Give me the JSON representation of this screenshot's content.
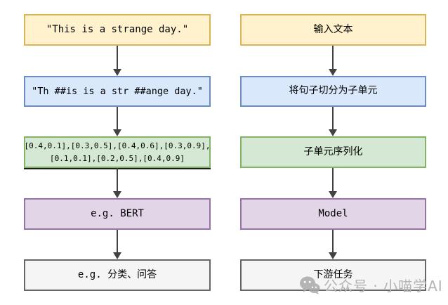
{
  "diagram": {
    "title_hint": "subword tokenization pipeline flowchart",
    "columns": [
      {
        "name": "example-column",
        "boxes": [
          {
            "type": "yellow",
            "text": "\"This is a strange day.\""
          },
          {
            "type": "blue",
            "text": "\"Th ##is is a str ##ange day.\""
          },
          {
            "type": "green",
            "lines": [
              "[0.4,0.1],[0.3,0.5],[0.4,0.6],[0.3,0.9],",
              "[0.1,0.1],[0.2,0.5],[0.4,0.9]"
            ]
          },
          {
            "type": "purple",
            "text": "e.g. BERT"
          },
          {
            "type": "gray",
            "text": "e.g. 分类、问答"
          }
        ]
      },
      {
        "name": "process-column",
        "boxes": [
          {
            "type": "yellow",
            "text": "输入文本"
          },
          {
            "type": "blue",
            "text": "将句子切分为子单元"
          },
          {
            "type": "green",
            "text": "子单元序列化"
          },
          {
            "type": "purple",
            "text": "Model"
          },
          {
            "type": "gray",
            "text": "下游任务"
          }
        ]
      }
    ],
    "palette": {
      "yellow": {
        "fill": "#FFF2CC",
        "border": "#D6B656"
      },
      "blue": {
        "fill": "#DAE8FC",
        "border": "#6C8EBF"
      },
      "green": {
        "fill": "#D5E8D4",
        "border": "#82B366"
      },
      "purple": {
        "fill": "#E1D5E7",
        "border": "#9673A6"
      },
      "gray": {
        "fill": "#F5F5F5",
        "border": "#666666"
      },
      "arrow": "#424242",
      "watermark": "#B4B4B4"
    },
    "watermark": {
      "icon": "wechat-icon",
      "text": "公众号 · 小喵学AI"
    }
  }
}
